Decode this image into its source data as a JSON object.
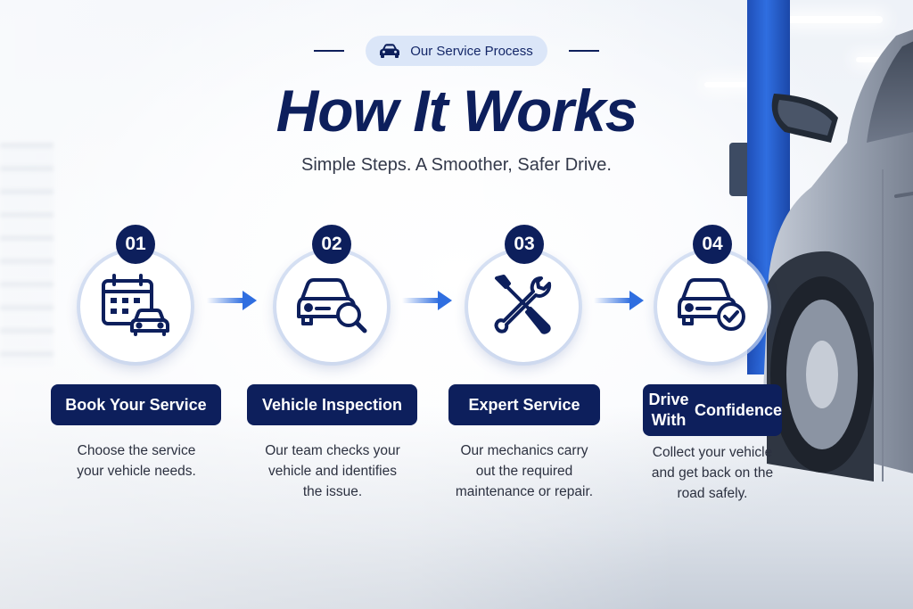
{
  "header": {
    "badge_icon": "car-icon",
    "badge_text": "Our Service Process",
    "title": "How It Works",
    "subtitle": "Simple Steps. A Smoother, Safer Drive."
  },
  "colors": {
    "navy": "#0d1f5c",
    "accent_blue": "#2f6ee0",
    "badge_bg": "#dbe6f8"
  },
  "steps": [
    {
      "number": "01",
      "icon": "calendar-car-icon",
      "label": "Book Your Service",
      "desc_lines": [
        "Choose the service",
        "your vehicle needs."
      ]
    },
    {
      "number": "02",
      "icon": "car-magnifier-icon",
      "label": "Vehicle Inspection",
      "desc_lines": [
        "Our team checks your",
        "vehicle and identifies",
        "the issue."
      ]
    },
    {
      "number": "03",
      "icon": "wrench-screwdriver-icon",
      "label": "Expert Service",
      "desc_lines": [
        "Our mechanics carry",
        "out the required",
        "maintenance or repair."
      ]
    },
    {
      "number": "04",
      "icon": "car-check-icon",
      "label_lines": [
        "Drive With",
        "Confidence"
      ],
      "desc_lines": [
        "Collect your vehicle",
        "and get back on the",
        "road safely."
      ]
    }
  ]
}
